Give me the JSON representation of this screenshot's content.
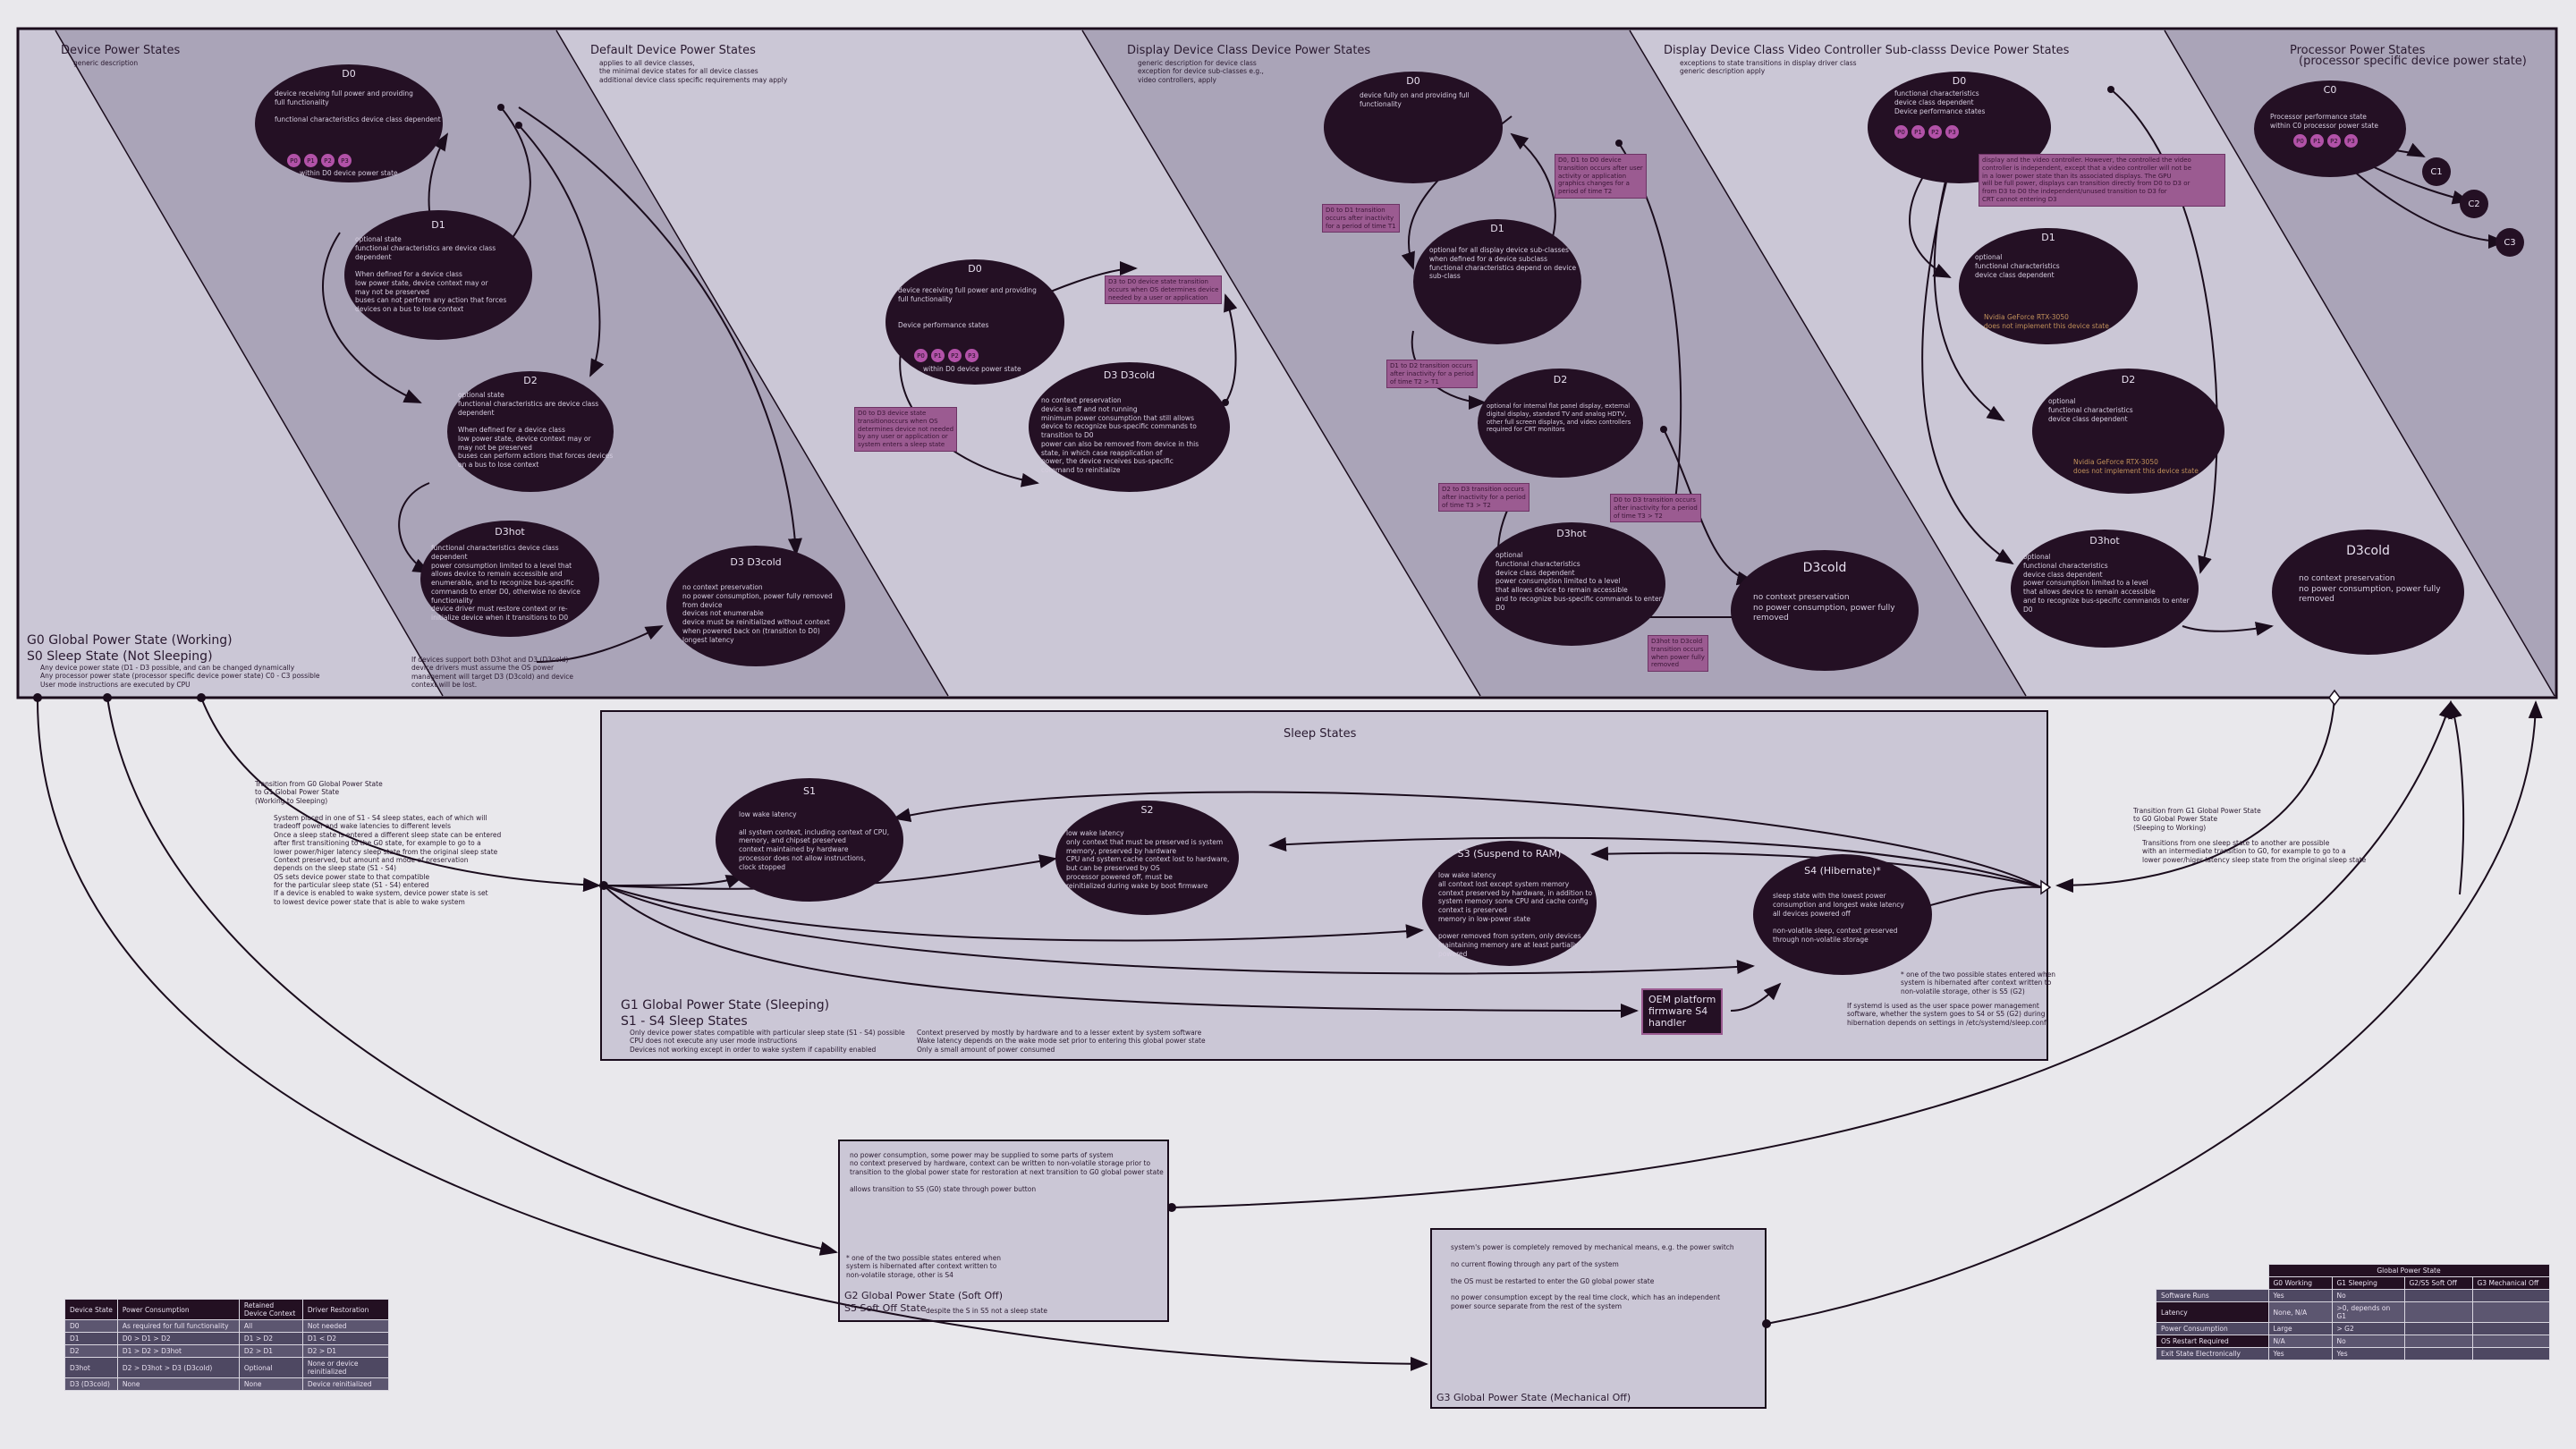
{
  "top": {
    "sections": {
      "device": {
        "title": "Device Power States",
        "sub": "generic description"
      },
      "default": {
        "title": "Default Device Power States",
        "sub": "applies to all device classes,\nthe minimal device states for all device classes\nadditional device class specific requirements may apply"
      },
      "display": {
        "title": "Display Device Class Device Power States",
        "sub": "generic description for device class\nexception for device sub-classes e.g.,\nvideo controllers, apply"
      },
      "video": {
        "title": "Display Device Class Video Controller Sub-classs Device Power States",
        "sub": "exceptions to state transitions in display driver class\ngeneric description apply"
      },
      "processor": {
        "title": "Processor Power States",
        "sub": "(processor specific device power state)"
      }
    },
    "g0": {
      "title": "G0 Global Power State (Working)\nS0 Sleep State (Not Sleeping)",
      "desc": "Any device power state (D1 - D3 possible, and can be changed dynamically\nAny processor power state (processor specific device power state) C0 - C3 possible\nUser mode instructions are executed by CPU"
    },
    "d3_note": "If devices support both D3hot and D3 (D3cold)\ndevice drivers must assume the OS power\nmanagement will target D3 (D3cold) and device\ncontext will be lost."
  },
  "generic_states": {
    "d0": {
      "name": "D0",
      "body": "device receiving full power and providing\nfull functionality\n\nfunctional characteristics device class dependent",
      "foot": "within D0 device power state"
    },
    "d1": {
      "name": "D1",
      "body": "optional state\nfunctional characteristics are device class\ndependent\n\nWhen defined for a device class\nlow power state, device context may or\nmay not be preserved\nbuses can not perform any action that forces\ndevices on a bus to lose context"
    },
    "d2": {
      "name": "D2",
      "body": "optional state\nfunctional characteristics are device class\ndependent\n\nWhen defined for a device class\nlow power state, device context may or\nmay not be preserved\nbuses can perform actions that forces devices\non a bus to lose context"
    },
    "d3hot": {
      "name": "D3hot",
      "body": "functional characteristics device class\ndependent\npower consumption limited to a level that\nallows device to remain accessible and\nenumerable, and to recognize bus-specific\ncommands to enter D0, otherwise no device\nfunctionality\ndevice driver must restore context or re-\ninitialize device when it transitions to D0"
    },
    "d3cold": {
      "name": "D3\nD3cold",
      "body": "no context preservation\nno power consumption, power fully removed\nfrom device\ndevices not enumerable\ndevice must be reinitialized without context\nwhen powered back on (transition to D0)\nlongest latency"
    }
  },
  "default_states": {
    "d0": {
      "name": "D0",
      "body": "device receiving full power and providing\nfull functionality\n\n\nDevice performance states",
      "foot": "within D0 device power state"
    },
    "d3": {
      "name": "D3\nD3cold",
      "body": "no context preservation\ndevice is off and not running\nminimum power consumption that still allows\ndevice to recognize bus-specific commands to\ntransition to D0\npower can also be removed from device in this\nstate, in which case reapplication of\npower, the device receives bus-specific\ncommand to reinitialize"
    },
    "note_up": "D3 to D0 device state transition\noccurs when OS determines device\nneeded by a user or application",
    "note_down": "D0 to D3 device state\ntransitionoccurs when OS\ndetermines device not needed\nby any user or application or\nsystem enters a sleep state"
  },
  "display_states": {
    "d0": {
      "name": "D0",
      "body": "device fully on and providing full\nfunctionality"
    },
    "d1": {
      "name": "D1",
      "body": "optional for all display device sub-classes\nwhen defined for a device subclass\nfunctional characteristics depend on device\nsub-class"
    },
    "d2": {
      "name": "D2",
      "body": "optional for internal flat panel display, external\ndigital display, standard TV and analog HDTV,\nother full screen displays, and video controllers\nrequired for CRT monitors"
    },
    "d3hot": {
      "name": "D3hot",
      "body": "optional\nfunctional characteristics\ndevice class dependent\npower consumption limited to a level\nthat allows device to remain accessible\nand to recognize bus-specific commands to enter D0"
    },
    "d3cold": {
      "name": "D3cold",
      "body": "no context preservation\nno power consumption, power fully\nremoved"
    },
    "n1": "D0 to D1 transition\noccurs after inactivity\nfor a period of time T1",
    "n2": "D0, D1 to D0 device\ntransition occurs after user\nactivity or application\ngraphics changes for a\nperiod of time T2",
    "n3": "D1 to D2 transition occurs\nafter inactivity for a period\nof time T2 > T1",
    "n4": "D2 to D3 transition occurs\nafter inactivity for a period\nof time T3 > T2",
    "n5": "D0 to D3 transition occurs\nafter inactivity for a period\nof time T3 > T2",
    "n6": "D3hot to D3cold\ntransition occurs\nwhen power fully\nremoved"
  },
  "video_states": {
    "d0": {
      "name": "D0",
      "body": "functional characteristics\ndevice class dependent\nDevice performance states"
    },
    "d1": {
      "name": "D1",
      "body": "optional\nfunctional characteristics\ndevice class dependent",
      "extra": "Nvidia GeForce RTX-3050\ndoes not implement this device state"
    },
    "d2": {
      "name": "D2",
      "body": "optional\nfunctional characteristics\ndevice class dependent",
      "extra": "Nvidia GeForce RTX-3050\ndoes not implement this device state"
    },
    "d3hot": {
      "name": "D3hot",
      "body": "optional\nfunctional characteristics\ndevice class dependent\npower consumption limited to a level\nthat allows device to remain accessible\nand to recognize bus-specific commands to enter D0"
    },
    "d3cold": {
      "name": "D3cold",
      "body": "no context preservation\nno power consumption, power fully\nremoved"
    },
    "note": "display and the video controller. However, the controlled the video\ncontroller is independent, except that a video controller will not be\nin a lower power state than its associated displays. The GPU\nwill be full power, displays can transition directly from D0 to D3 or\nfrom D3 to D0 the independent/unused transition to D3 for\nCRT cannot entering D3"
  },
  "processor": {
    "c0": "C0",
    "c0_body": "Processor performance state\nwithin C0 processor power state",
    "c1": "C1",
    "c2": "C2",
    "c3": "C3"
  },
  "pstates": [
    "P0",
    "P1",
    "P2",
    "P3"
  ],
  "sleep": {
    "title": "Sleep States",
    "s1": {
      "name": "S1",
      "body": "low wake latency\n\nall system context, including context of CPU,\nmemory, and chipset preserved\ncontext maintained by hardware\nprocessor does not allow instructions,\nclock stopped"
    },
    "s2": {
      "name": "S2",
      "body": "low wake latency\nonly context that must be preserved is system\nmemory, preserved by hardware\nCPU and system cache context lost to hardware,\nbut can be preserved by OS\nprocessor powered off, must be\nreinitialized during wake by boot firmware"
    },
    "s3": {
      "name": "S3\n(Suspend to RAM)",
      "body": "low wake latency\nall context lost except system memory\ncontext preserved by hardware, in addition to\nsystem memory some CPU and cache config\ncontext is preserved\nmemory in low-power state\n\npower removed from system, only devices\nmaintaining memory are at least partially\npowered"
    },
    "s4": {
      "name": "S4\n(Hibernate)*",
      "body": "sleep state with the lowest power\nconsumption and longest wake latency\nall devices powered off\n\nnon-volatile sleep, context preserved\nthrough non-volatile storage"
    },
    "oem": "OEM platform\nfirmware S4\nhandler",
    "g1": "G1 Global Power State (Sleeping)\nS1 - S4 Sleep States",
    "g1_desc1": "Only device power states compatible with particular sleep state (S1 - S4) possible\nCPU does not execute any user mode instructions\nDevices not working except in order to wake system if capability enabled",
    "g1_desc2": "Context preserved by mostly by hardware and to a lesser extent by system software\nWake latency depends on the wake mode set prior to entering this global power state\nOnly a small amount of power consumed",
    "s4_note": "* one of the two possible states entered when\nsystem is hibernated after context written to\nnon-volatile storage, other is S5 (G2)",
    "systemd_note": "If systemd is used as the user space power management\nsoftware, whether the system goes to S4 or S5 (G2) during\nhibernation depends on settings in /etc/systemd/sleep.conf"
  },
  "transitions": {
    "to_sleep": "Transition from G0 Global Power State\nto G1 Global Power State\n(Working to Sleeping)",
    "to_sleep_desc": "System placed in one of S1 - S4 sleep states, each of which will\ntradeoff power and wake latencies to different levels\nOnce a sleep state is entered a different sleep state can be entered\nafter first transitioning to the G0 state, for example to go to a\nlower power/higer latency sleep state from the original sleep state\nContext preserved, but amount and mode of preservation\ndepends on the sleep state (S1 - S4)\nOS sets device power state to that compatible\nfor the particular sleep state (S1 - S4) entered\nIf a device is enabled to wake system, device power state is set\nto lowest device power state that is able to wake system",
    "to_work": "Transition from G1 Global Power State\nto G0 Global Power State\n(Sleeping to Working)",
    "to_work_desc": "Transitions from one sleep state to another are possible\nwith an intermediate transition to G0, for example to go to a\nlower power/higer latency sleep state from the original sleep state"
  },
  "g2": {
    "body": "no power consumption, some power may be supplied to some parts of system\nno context preserved by hardware, context can be written to non-volatile storage prior to\ntransition to the global power state for restoration at next transition to G0 global power state\n\nallows transition to S5 (G0) state through power button",
    "note": "* one of the two possible states entered when\nsystem is hibernated after context written to\nnon-volatile storage, other is S4",
    "title": "G2 Global Power State (Soft Off)\nS5 Soft Off State",
    "title_tail": "despite the S in S5 not a sleep state"
  },
  "g3": {
    "body": "system's power is completely removed by mechanical means, e.g. the power switch\n\nno current flowing through any part of the system\n\nthe OS must be restarted to enter the G0 global power state\n\nno power consumption except by the real time clock, which has an independent\npower source separate from the rest of the system",
    "title": "G3 Global Power State (Mechanical Off)"
  },
  "device_table": {
    "headers": [
      "Device\nState",
      "Power\nConsumption",
      "Retained\nDevice Context",
      "Driver\nRestoration"
    ],
    "rows": [
      [
        "D0",
        "As required for full functionality",
        "All",
        "Not needed"
      ],
      [
        "D1",
        "D0 > D1 > D2",
        "D1 > D2",
        "D1 < D2"
      ],
      [
        "D2",
        "D1 > D2 > D3hot",
        "D2 > D1",
        "D2 > D1"
      ],
      [
        "D3hot",
        "D2 > D3hot > D3 (D3cold)",
        "Optional",
        "None or device reinitialized"
      ],
      [
        "D3 (D3cold)",
        "None",
        "None",
        "Device reinitialized"
      ]
    ]
  },
  "global_table": {
    "title": "Global Power State",
    "cols": [
      "G0 Working",
      "G1 Sleeping",
      "G2/S5 Soft Off",
      "G3 Mechanical Off"
    ],
    "rows": [
      [
        "Software Runs",
        "Yes",
        "No",
        "",
        ""
      ],
      [
        "Latency",
        "None, N/A",
        ">0, depends on G1",
        "",
        ""
      ],
      [
        "Power Consumption",
        "Large",
        "> G2",
        "",
        ""
      ],
      [
        "OS Restart Required",
        "N/A",
        "No",
        "",
        ""
      ],
      [
        "Exit State Electronically",
        "Yes",
        "Yes",
        "",
        ""
      ]
    ]
  }
}
